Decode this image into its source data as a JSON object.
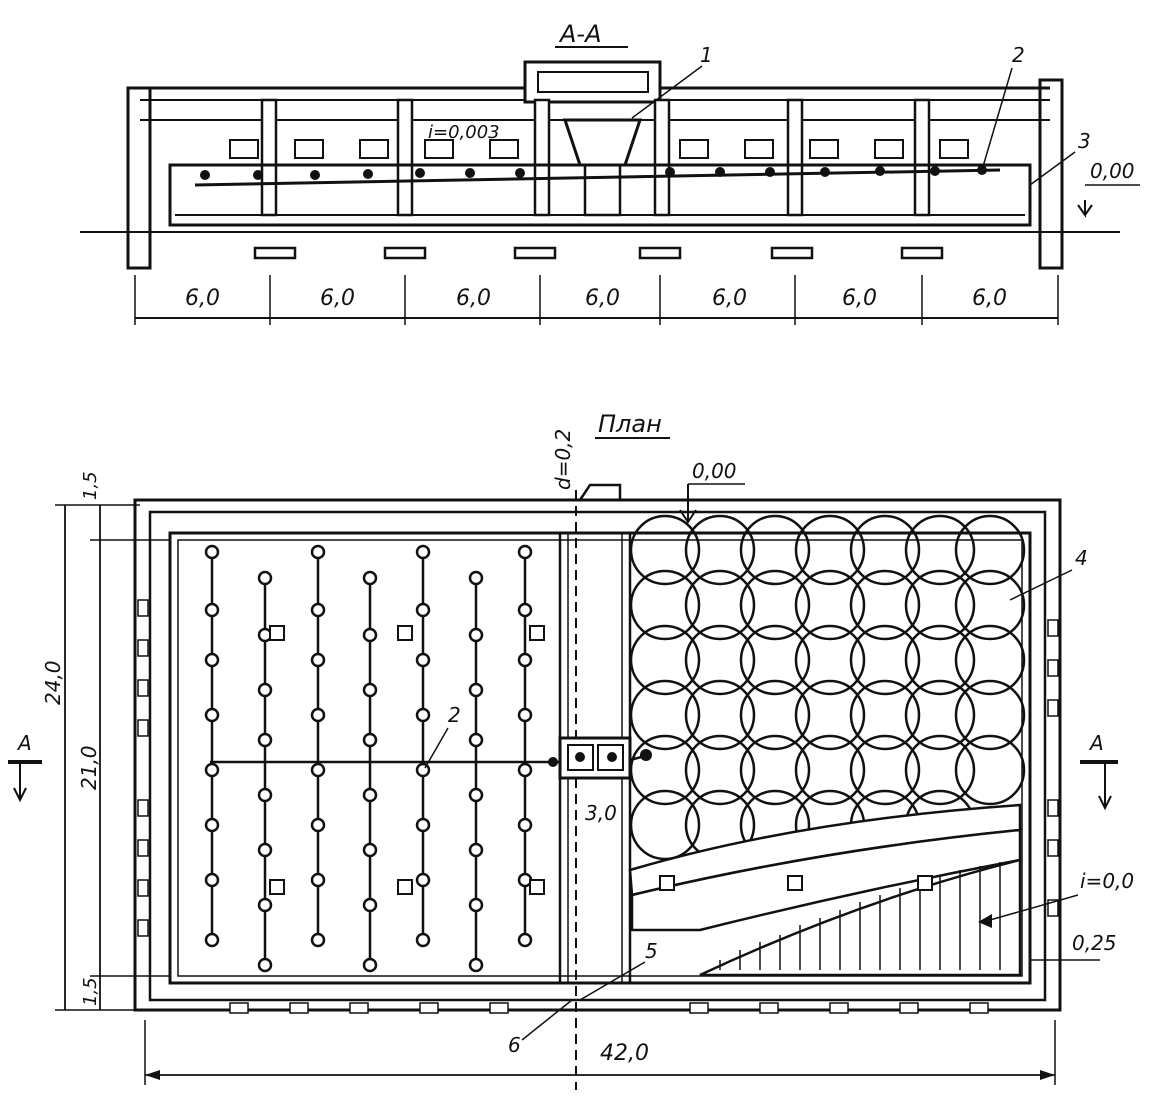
{
  "section": {
    "title": "A-A",
    "slope_label": "i=0,003",
    "elevation_label": "0,00",
    "callouts": [
      "1",
      "2",
      "3"
    ],
    "spans": [
      "6,0",
      "6,0",
      "6,0",
      "6,0",
      "6,0",
      "6,0",
      "6,0"
    ]
  },
  "plan": {
    "title": "План",
    "channel_label": "d=0,2",
    "elevation_label": "0,00",
    "callout_2": "2",
    "callout_4": "4",
    "callout_5": "5",
    "callout_6": "6",
    "channel_width": "3,0",
    "slope_label": "i=0,0",
    "wall_label": "0,25",
    "dim_total_width": "24,0",
    "dim_inner_width": "21,0",
    "dim_margin_top": "1,5",
    "dim_margin_bottom": "1,5",
    "dim_length": "42,0",
    "section_mark": "A"
  }
}
